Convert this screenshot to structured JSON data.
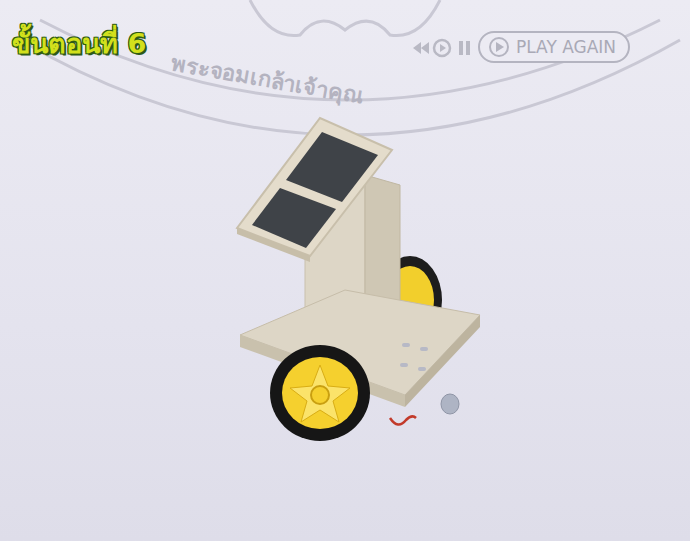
{
  "diagram": {
    "title": "ขั้นตอนที่ 6",
    "nodes": [
      {
        "text": [
          "PLAY AGAIN"
        ]
      }
    ],
    "labels": [
      "พระจอมเกล้าเจ้าคุณ"
    ]
  }
}
